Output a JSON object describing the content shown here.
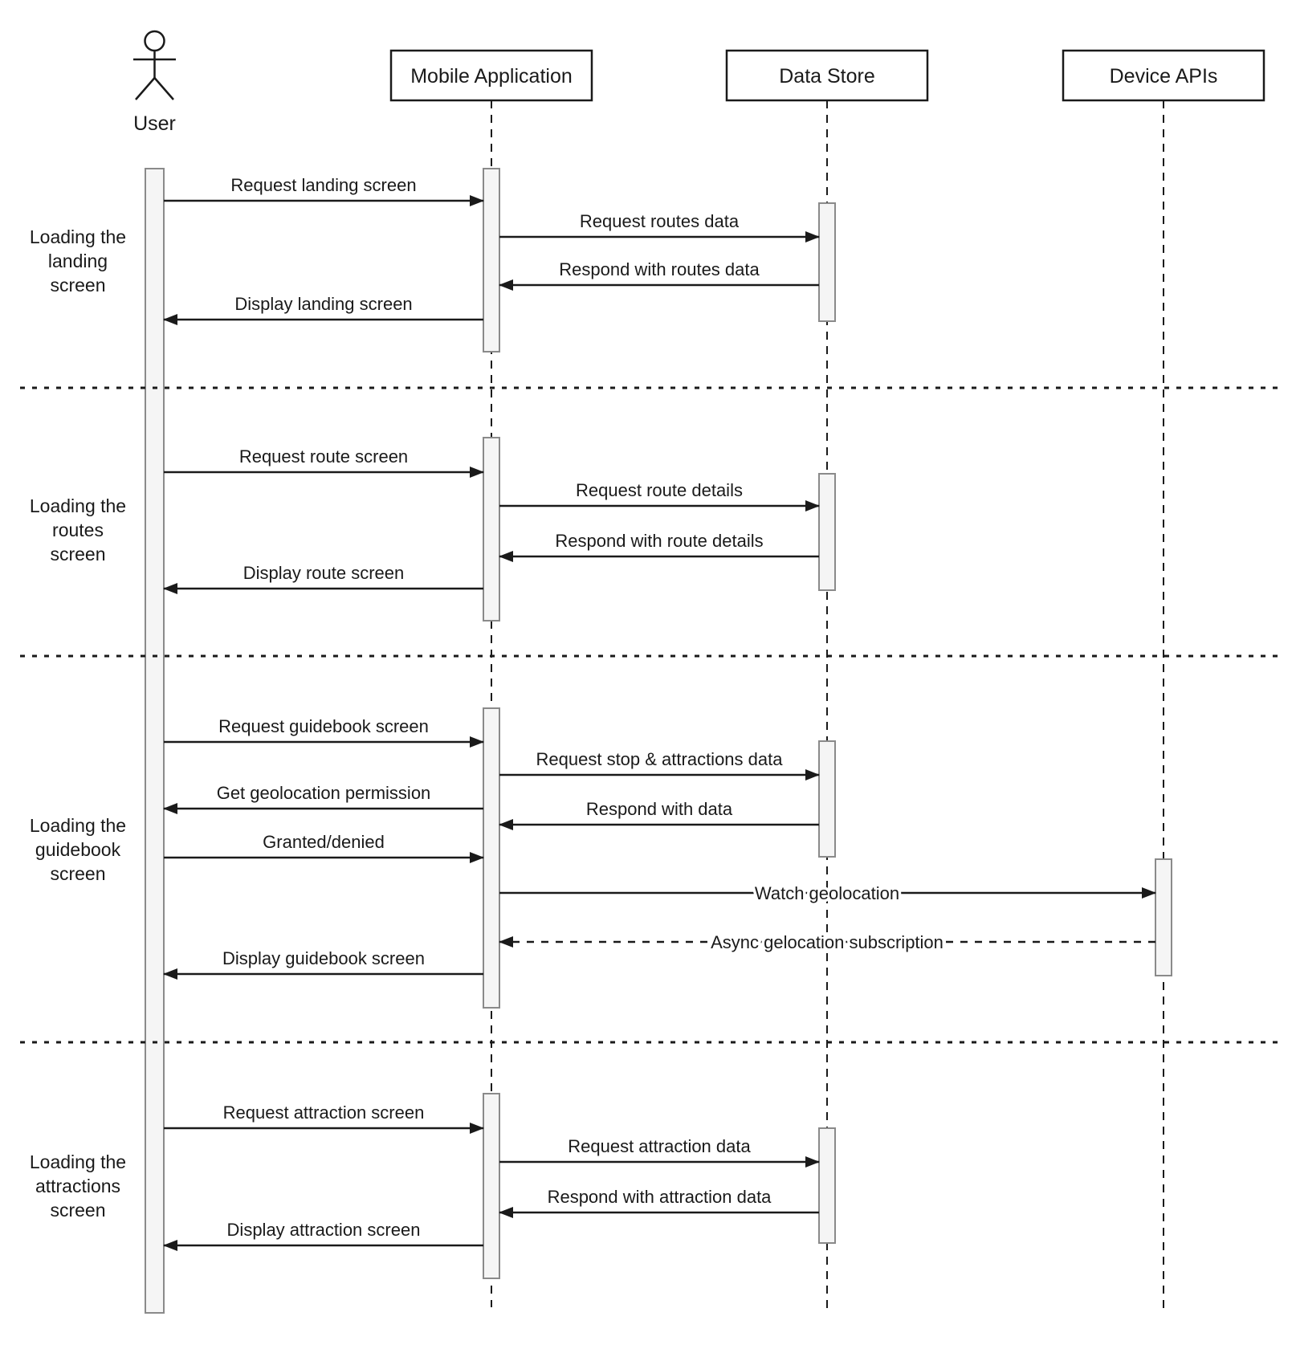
{
  "diagram": {
    "kind": "uml-sequence-diagram",
    "colors": {
      "background": "#ffffff",
      "line": "#1a1a1a",
      "activation_fill": "#f5f5f5",
      "activation_stroke": "#8a8a8a"
    },
    "lifelines": [
      {
        "name": "User",
        "kind": "actor"
      },
      {
        "name": "Mobile Application",
        "kind": "participant"
      },
      {
        "name": "Data Store",
        "kind": "participant"
      },
      {
        "name": "Device APIs",
        "kind": "participant"
      }
    ],
    "phases": [
      {
        "label": "Loading the landing screen",
        "label_lines": [
          "Loading the",
          "landing",
          "screen"
        ],
        "messages": [
          {
            "text": "Request landing screen",
            "from": "User",
            "to": "Mobile Application",
            "style": "solid"
          },
          {
            "text": "Request routes data",
            "from": "Mobile Application",
            "to": "Data Store",
            "style": "solid"
          },
          {
            "text": "Respond with routes data",
            "from": "Data Store",
            "to": "Mobile Application",
            "style": "solid"
          },
          {
            "text": "Display landing screen",
            "from": "Mobile Application",
            "to": "User",
            "style": "solid"
          }
        ]
      },
      {
        "label": "Loading the routes screen",
        "label_lines": [
          "Loading the",
          "routes",
          "screen"
        ],
        "messages": [
          {
            "text": "Request route screen",
            "from": "User",
            "to": "Mobile Application",
            "style": "solid"
          },
          {
            "text": "Request route details",
            "from": "Mobile Application",
            "to": "Data Store",
            "style": "solid"
          },
          {
            "text": "Respond with route details",
            "from": "Data Store",
            "to": "Mobile Application",
            "style": "solid"
          },
          {
            "text": "Display route screen",
            "from": "Mobile Application",
            "to": "User",
            "style": "solid"
          }
        ]
      },
      {
        "label": "Loading the guidebook screen",
        "label_lines": [
          "Loading the",
          "guidebook",
          "screen"
        ],
        "messages": [
          {
            "text": "Request guidebook screen",
            "from": "User",
            "to": "Mobile Application",
            "style": "solid"
          },
          {
            "text": "Request stop & attractions data",
            "from": "Mobile Application",
            "to": "Data Store",
            "style": "solid"
          },
          {
            "text": "Get geolocation permission",
            "from": "Mobile Application",
            "to": "User",
            "style": "solid"
          },
          {
            "text": "Respond with data",
            "from": "Data Store",
            "to": "Mobile Application",
            "style": "solid"
          },
          {
            "text": "Granted/denied",
            "from": "User",
            "to": "Mobile Application",
            "style": "solid"
          },
          {
            "text": "Watch geolocation",
            "from": "Mobile Application",
            "to": "Device APIs",
            "style": "solid"
          },
          {
            "text": "Async gelocation subscription",
            "from": "Device APIs",
            "to": "Mobile Application",
            "style": "dashed"
          },
          {
            "text": "Display guidebook screen",
            "from": "Mobile Application",
            "to": "User",
            "style": "solid"
          }
        ]
      },
      {
        "label": "Loading the attractions screen",
        "label_lines": [
          "Loading the",
          "attractions",
          "screen"
        ],
        "messages": [
          {
            "text": "Request attraction screen",
            "from": "User",
            "to": "Mobile Application",
            "style": "solid"
          },
          {
            "text": "Request attraction data",
            "from": "Mobile Application",
            "to": "Data Store",
            "style": "solid"
          },
          {
            "text": "Respond with attraction data",
            "from": "Data Store",
            "to": "Mobile Application",
            "style": "solid"
          },
          {
            "text": "Display attraction screen",
            "from": "Mobile Application",
            "to": "User",
            "style": "solid"
          }
        ]
      }
    ]
  }
}
